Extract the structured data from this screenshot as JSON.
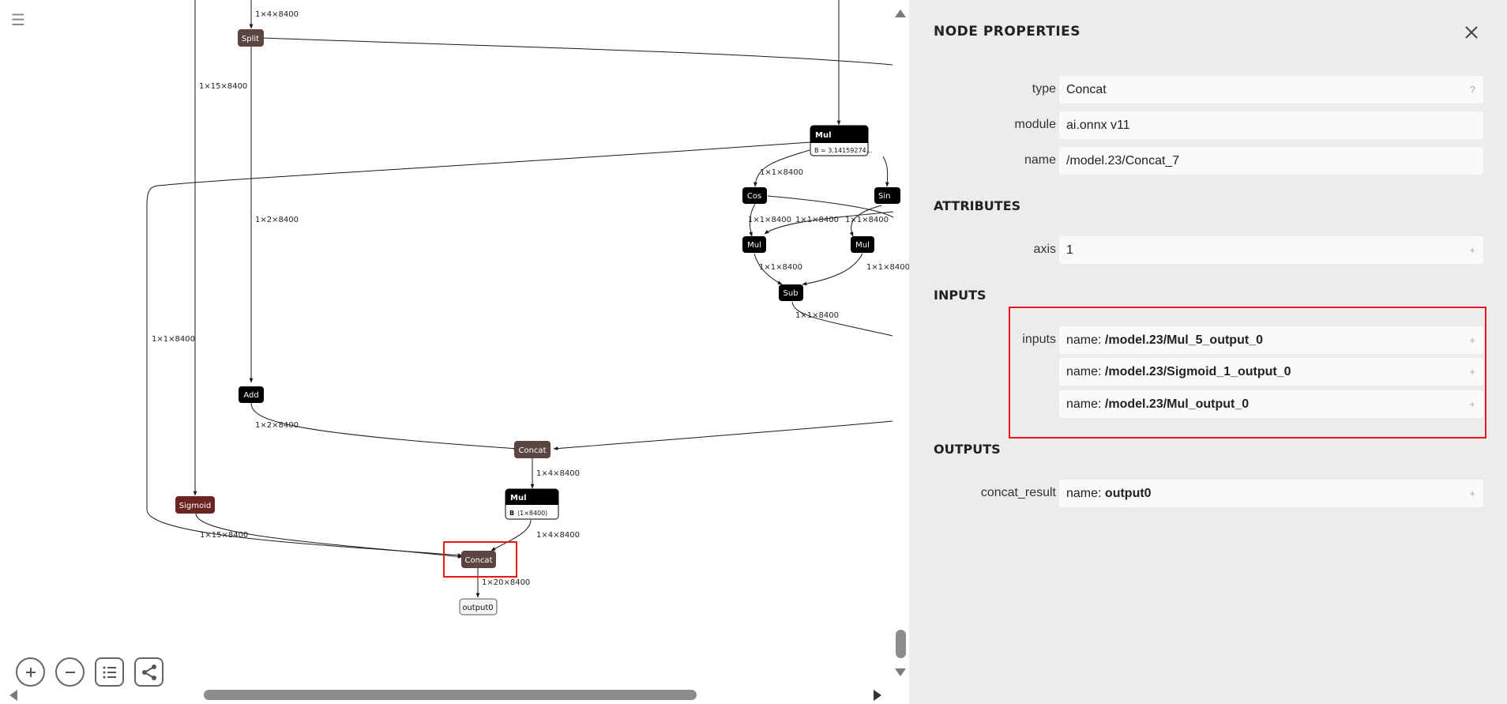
{
  "graph": {
    "menu_icon": "hamburger-menu-icon",
    "nodes": {
      "split": "Split",
      "mul_top": "Mul",
      "mul_top_attr": "B = 3.14159274...",
      "cos": "Cos",
      "sin": "Sin",
      "mul_left": "Mul",
      "mul_right": "Mul",
      "sub": "Sub",
      "add": "Add",
      "concat_mid": "Concat",
      "mul_mid": "Mul",
      "mul_mid_attr_key": "B",
      "mul_mid_attr_val": "⟨1×8400⟩",
      "sigmoid": "Sigmoid",
      "concat_final": "Concat",
      "output0": "output0"
    },
    "edges": {
      "e_1x4x8400_top": "1×4×8400",
      "e_1x15x8400_top": "1×15×8400",
      "e_1x2x8400": "1×2×8400",
      "e_1x1x8400_left": "1×1×8400",
      "e_mul_cos": "1×1×8400",
      "e_cos_mul": "1×1×8400",
      "e_cross": "1×1×8400",
      "e_sin_mul": "1×1×8400",
      "e_mul_sub_l": "1×1×8400",
      "e_mul_sub_r": "1×1×8400",
      "e_sub_out": "1×1×8400",
      "e_add_concat": "1×2×8400",
      "e_concat_mul": "1×4×8400",
      "e_sig_concat": "1×15×8400",
      "e_mul_concat": "1×4×8400",
      "e_concat_out": "1×20×8400"
    },
    "toolbar": {
      "zoom_in": "zoom-in-icon",
      "zoom_out": "zoom-out-icon",
      "list": "list-icon",
      "share": "share-icon"
    }
  },
  "panel": {
    "title": "NODE PROPERTIES",
    "close_icon": "close-icon",
    "properties": {
      "type_label": "type",
      "type_value": "Concat",
      "type_marker": "?",
      "module_label": "module",
      "module_value": "ai.onnx v11",
      "name_label": "name",
      "name_value": "/model.23/Concat_7"
    },
    "attributes": {
      "heading": "ATTRIBUTES",
      "axis_label": "axis",
      "axis_value": "1"
    },
    "inputs": {
      "heading": "INPUTS",
      "label": "inputs",
      "name_prefix": "name:",
      "items": [
        "/model.23/Mul_5_output_0",
        "/model.23/Sigmoid_1_output_0",
        "/model.23/Mul_output_0"
      ]
    },
    "outputs": {
      "heading": "OUTPUTS",
      "label": "concat_result",
      "name_prefix": "name:",
      "value": "output0"
    },
    "expand_marker": "+"
  },
  "colors": {
    "node_dark": "#000000",
    "node_brown": "#5a4540",
    "node_sigmoid": "#6b2420",
    "highlight": "#e8161b",
    "panel_bg": "#ececec"
  }
}
